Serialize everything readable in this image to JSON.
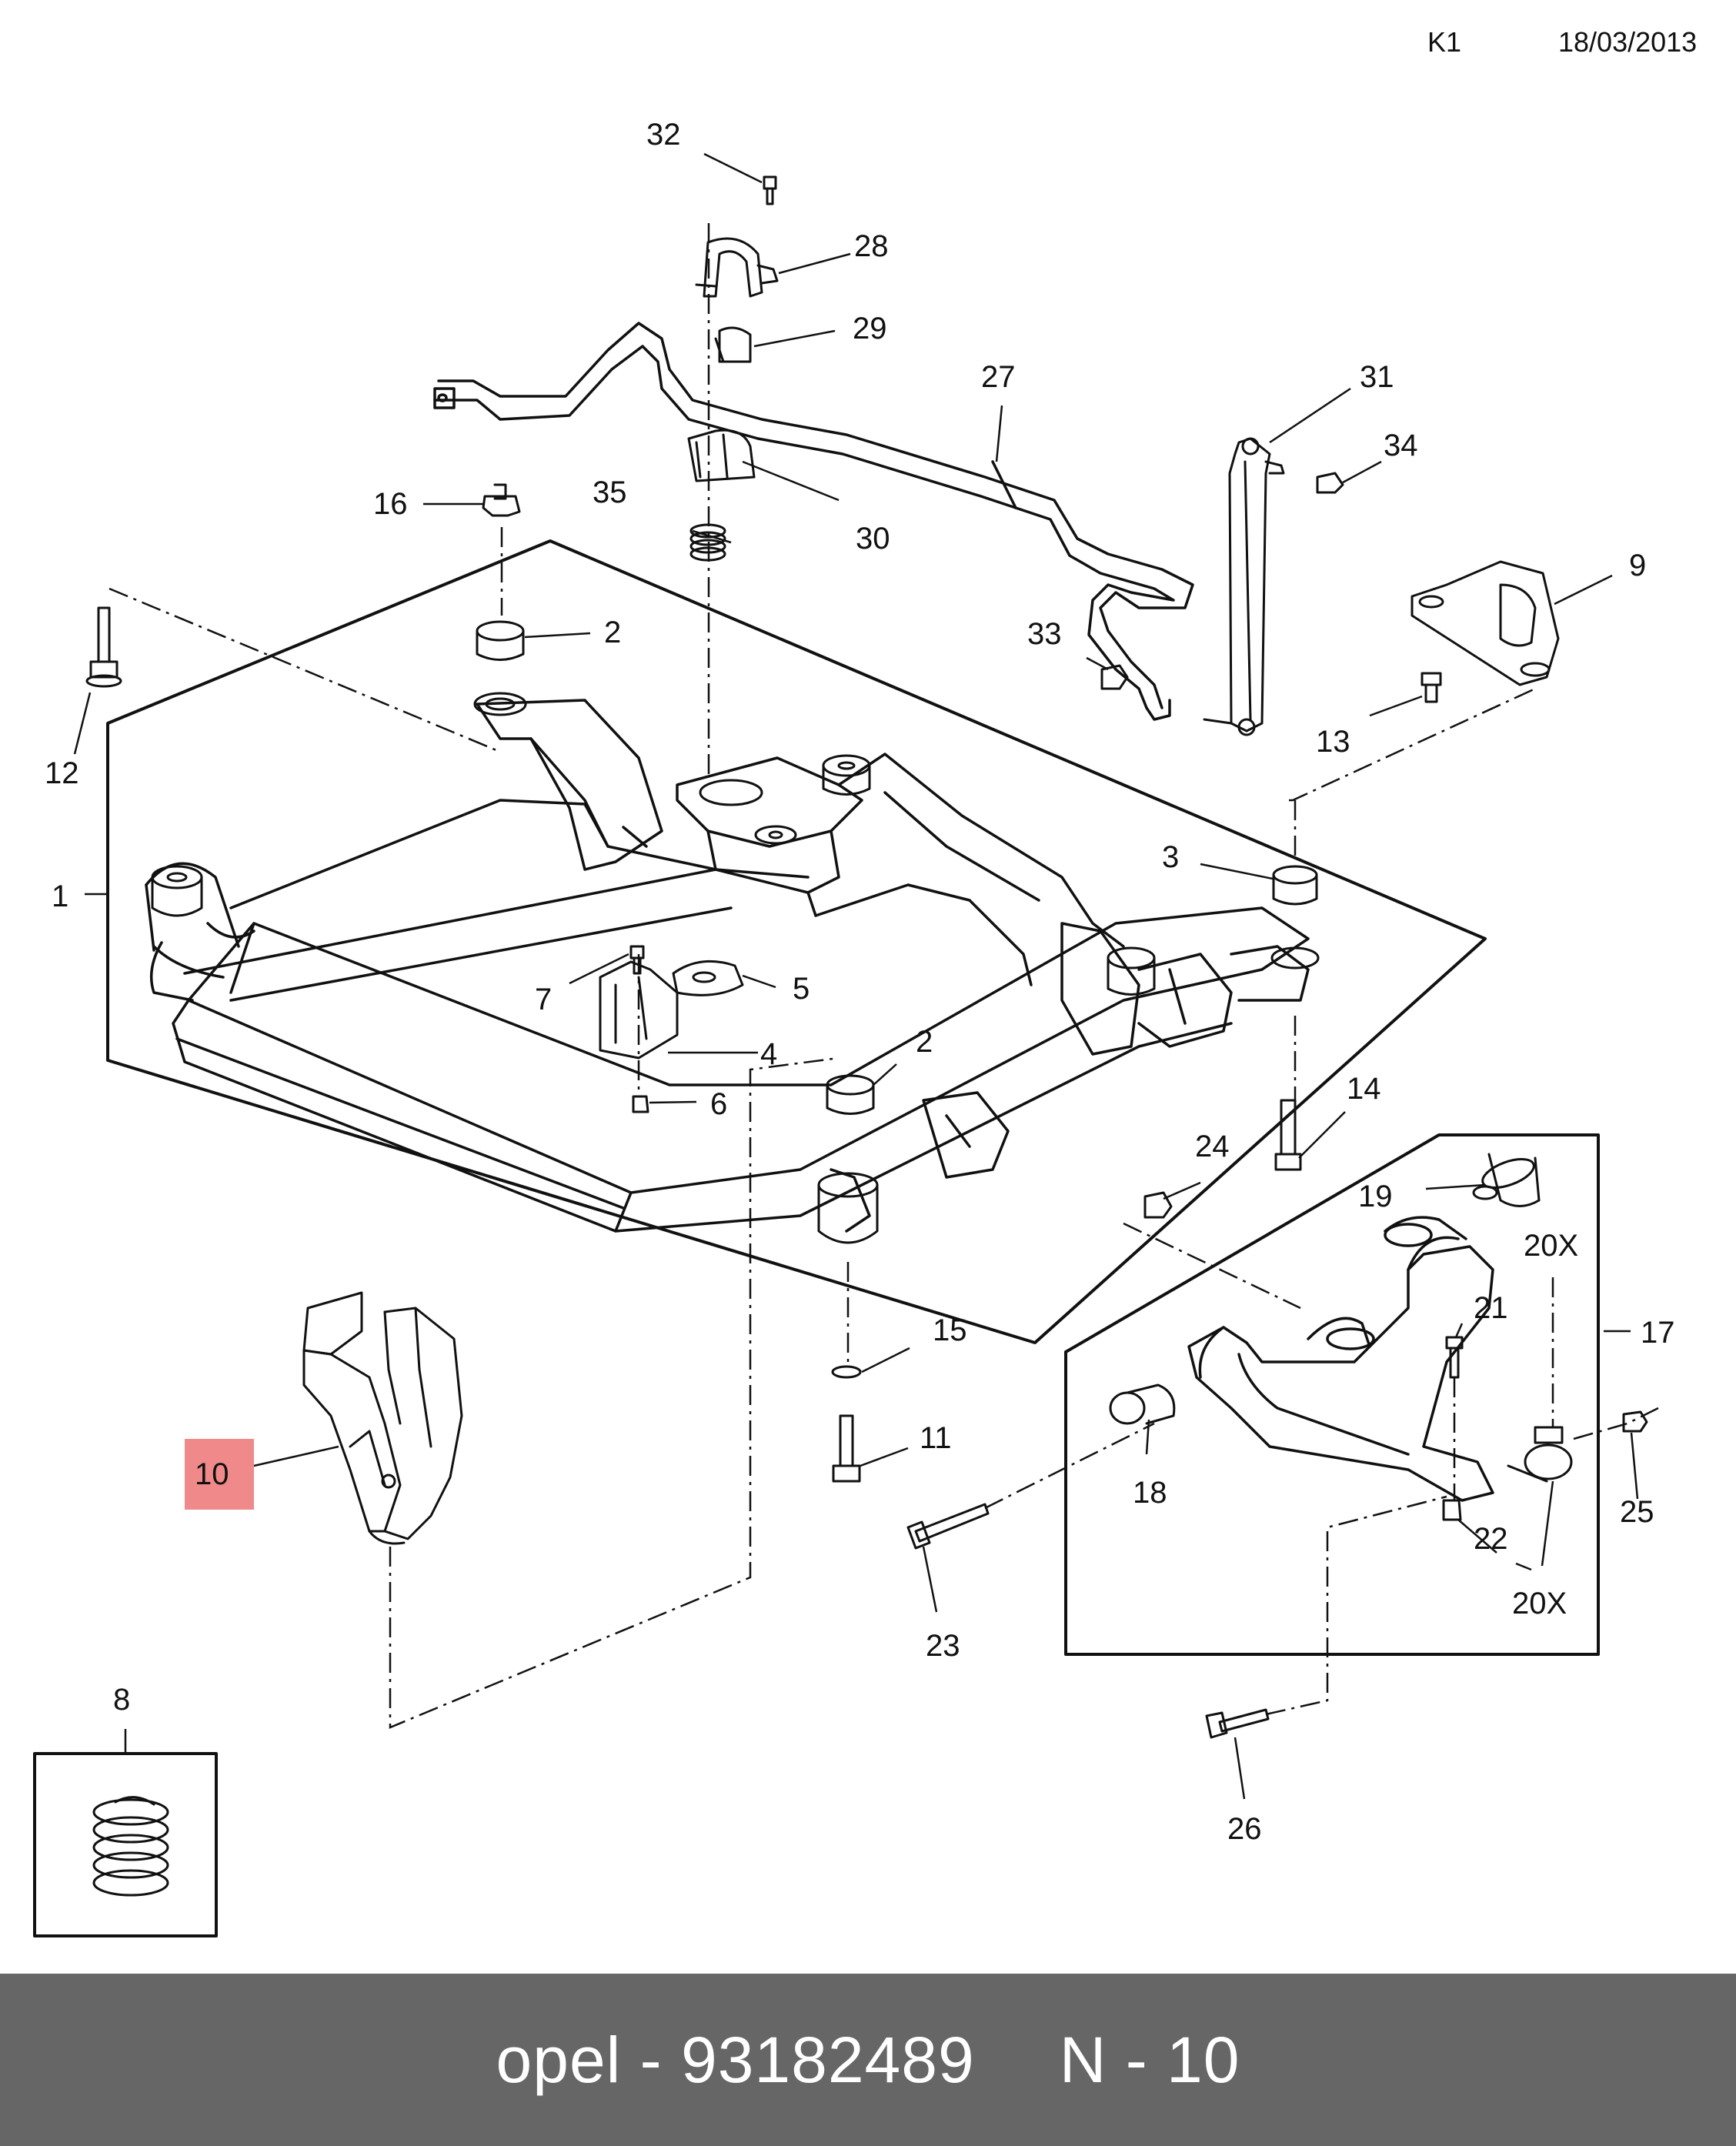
{
  "header": {
    "code": "K1",
    "date": "18/03/2013"
  },
  "callouts": {
    "c1": "1",
    "c2a": "2",
    "c2b": "2",
    "c3": "3",
    "c4": "4",
    "c5": "5",
    "c6": "6",
    "c7": "7",
    "c8": "8",
    "c9": "9",
    "c10": "10",
    "c11": "11",
    "c12": "12",
    "c13": "13",
    "c14": "14",
    "c15": "15",
    "c16": "16",
    "c17": "17",
    "c18": "18",
    "c19": "19",
    "c20a": "20X",
    "c20b": "20X",
    "c21": "21",
    "c22": "22",
    "c23": "23",
    "c24": "24",
    "c25": "25",
    "c26": "26",
    "c27": "27",
    "c28": "28",
    "c29": "29",
    "c30": "30",
    "c31": "31",
    "c32": "32",
    "c33": "33",
    "c34": "34",
    "c35": "35"
  },
  "highlight": {
    "callout": "10",
    "color": "#f08a8a"
  },
  "footer": {
    "brand": "opel - 93182489",
    "ref": "N - 10"
  }
}
